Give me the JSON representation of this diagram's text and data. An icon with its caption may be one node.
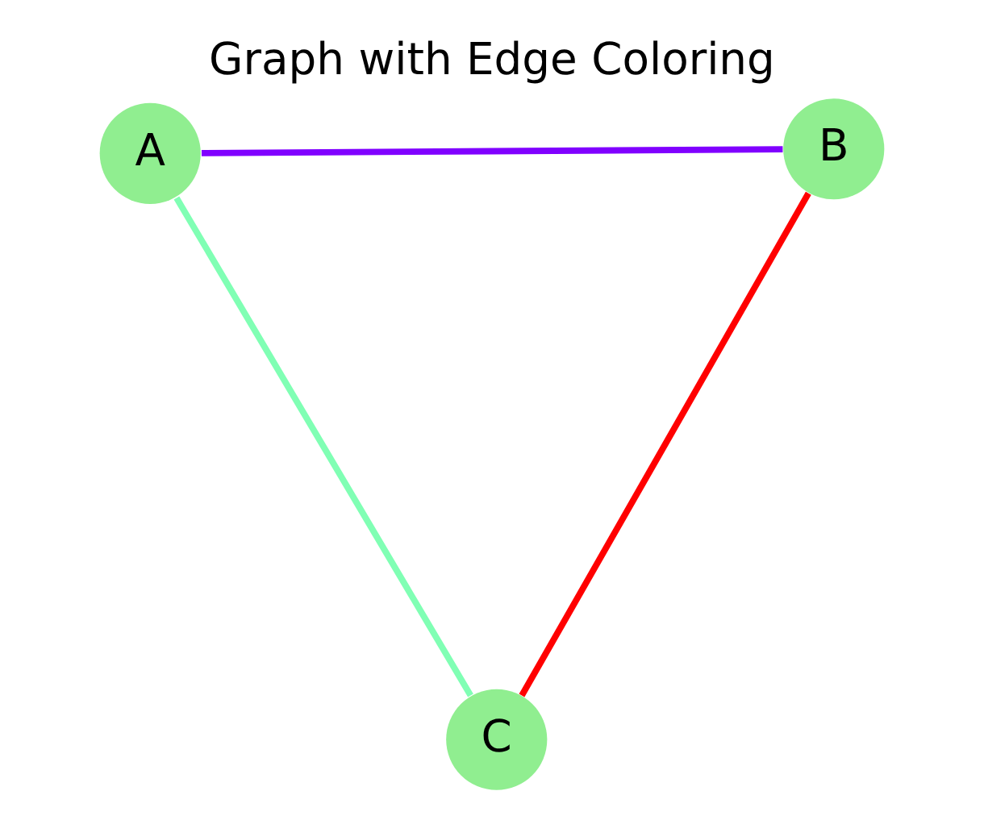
{
  "diagram": {
    "title": "Graph with Edge Coloring",
    "nodes": [
      {
        "text": [
          "A"
        ]
      },
      {
        "text": [
          "B"
        ]
      },
      {
        "text": [
          "C"
        ]
      }
    ],
    "edges": [
      {
        "from": 0,
        "to": 1,
        "arrow": "none",
        "color": "#8000ff"
      },
      {
        "from": 1,
        "to": 2,
        "arrow": "none",
        "color": "#ff0000"
      },
      {
        "from": 2,
        "to": 0,
        "arrow": "none",
        "color": "#80ffb4"
      }
    ]
  }
}
